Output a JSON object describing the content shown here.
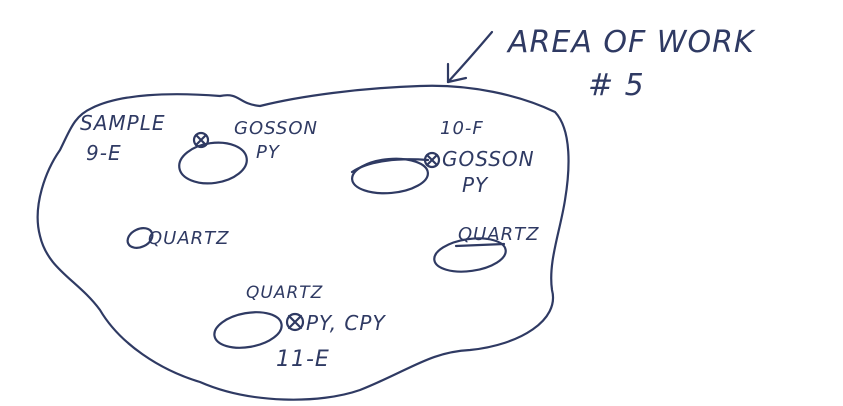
{
  "title": {
    "line1": "AREA OF WORK",
    "line2": "# 5"
  },
  "labels": {
    "sample_9e_line1": "SAMPLE",
    "sample_9e_line2": "9-E",
    "gossan_py_left_1": "GOSSON",
    "gossan_py_left_2": "PY",
    "sample_10f": "10-F",
    "gossan_py_right_1": "GOSSON",
    "gossan_py_right_2": "PY",
    "quartz_left": "QUARTZ",
    "quartz_right": "QUARTZ",
    "quartz_bottom": "QUARTZ",
    "py_cpy": "PY, CPY",
    "sample_11e": "11-E"
  },
  "colors": {
    "ink": "#2f3a63",
    "paper": "#ffffff"
  }
}
